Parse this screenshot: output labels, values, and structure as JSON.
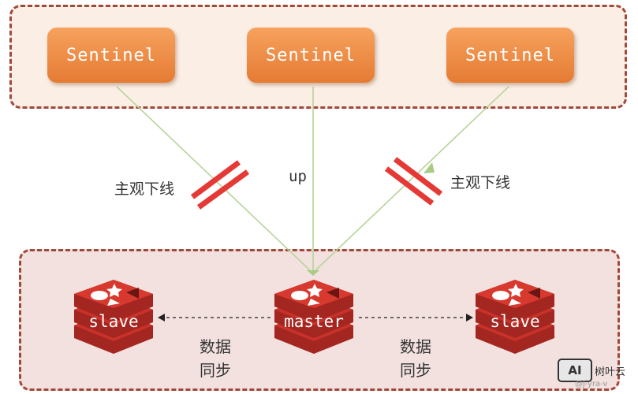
{
  "sentinels": [
    "Sentinel",
    "Sentinel",
    "Sentinel"
  ],
  "links": {
    "left_label": "主观下线",
    "center_label": "up",
    "right_label": "主观下线"
  },
  "nodes": {
    "left": "slave",
    "center": "master",
    "right": "slave"
  },
  "sync": {
    "left": [
      "数据",
      "同步"
    ],
    "right": [
      "数据",
      "同步"
    ]
  },
  "colors": {
    "group_border": "#a0483a",
    "sentinel_fill": "#ee8c45",
    "redis_red": "#c8322a",
    "link_line": "#b8d49a",
    "cut_mark": "#e53935"
  },
  "watermark": {
    "badge": "AI",
    "name": "树叶云",
    "handle": "@J-yra-v"
  }
}
